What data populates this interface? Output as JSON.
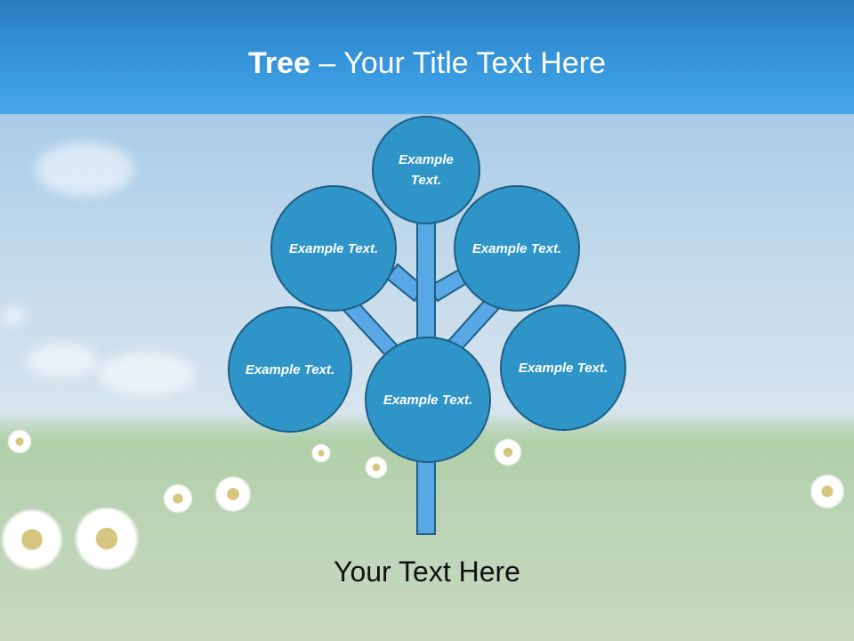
{
  "title": {
    "bold": "Tree",
    "dash": "–",
    "rest": "Your Title Text Here"
  },
  "nodes": [
    {
      "text": "Example Text."
    },
    {
      "text": "Example Text."
    },
    {
      "text": "Example Text."
    },
    {
      "text": "Example Text."
    },
    {
      "text": "Example Text."
    },
    {
      "text": "Example Text."
    }
  ],
  "footer": "Your Text Here",
  "colors": {
    "node_fill": "#2f95c8",
    "node_border": "#1c5f85",
    "trunk": "#5aa7e6"
  }
}
